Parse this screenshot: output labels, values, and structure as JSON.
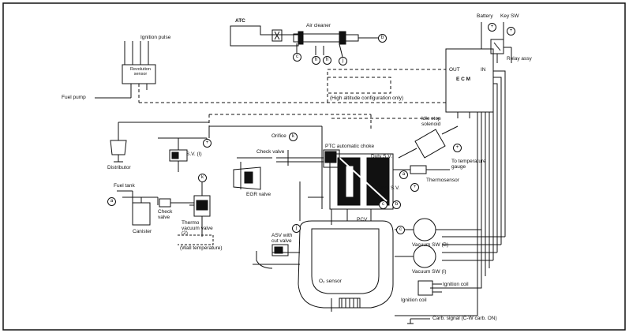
{
  "labels": {
    "atc": "ATC",
    "air_cleaner": "Air cleaner",
    "ignition_pulse": "Ignition pulse",
    "revolution_sensor": "Revolution sensor",
    "fuel_pump": "Fuel pump",
    "battery": "Battery",
    "key_sw": "Key SW",
    "relay_assy": "Relay assy",
    "out": "OUT",
    "in": "IN",
    "ecm": "E C M",
    "high_altitude": "(High altitude configuration only)",
    "idle_stop_solenoid": "Idle stop solenoid",
    "orifice": "Orifice",
    "check_valve_top": "Check valve",
    "sv1": "S.V. (I)",
    "ptc_choke": "PTC automatic choke",
    "duty_sv": "Duty S.V.",
    "to_temperature_gauge": "To temperature gauge",
    "thermosensor": "Thermosensor",
    "vent_sv": "Vent S.V.",
    "distributor": "Distributor",
    "egr_valve": "EGR valve",
    "fuel_tank": "Fuel tank",
    "check_valve_left": "Check valve",
    "canister": "Canister",
    "thermo_vacuum_valve": "Thermo vacuum valve (2)",
    "wall_temperature": "(Wall temperature)",
    "asv": "ASV with cut valve",
    "pcv": "PCV",
    "vacuum_sw_b": "Vacuum SW (B)",
    "vacuum_sw_1": "Vacuum SW (I)",
    "o2_sensor": "O₂ sensor",
    "ignition_coil_1": "Ignition coil",
    "ignition_coil_2": "Ignition coil",
    "carb_signal": "Carb. signal (C-W carb. ON)"
  },
  "markers": {
    "a": "a",
    "b": "b",
    "c": "c",
    "h": "h",
    "j": "j",
    "k": "k",
    "plus": "+"
  }
}
